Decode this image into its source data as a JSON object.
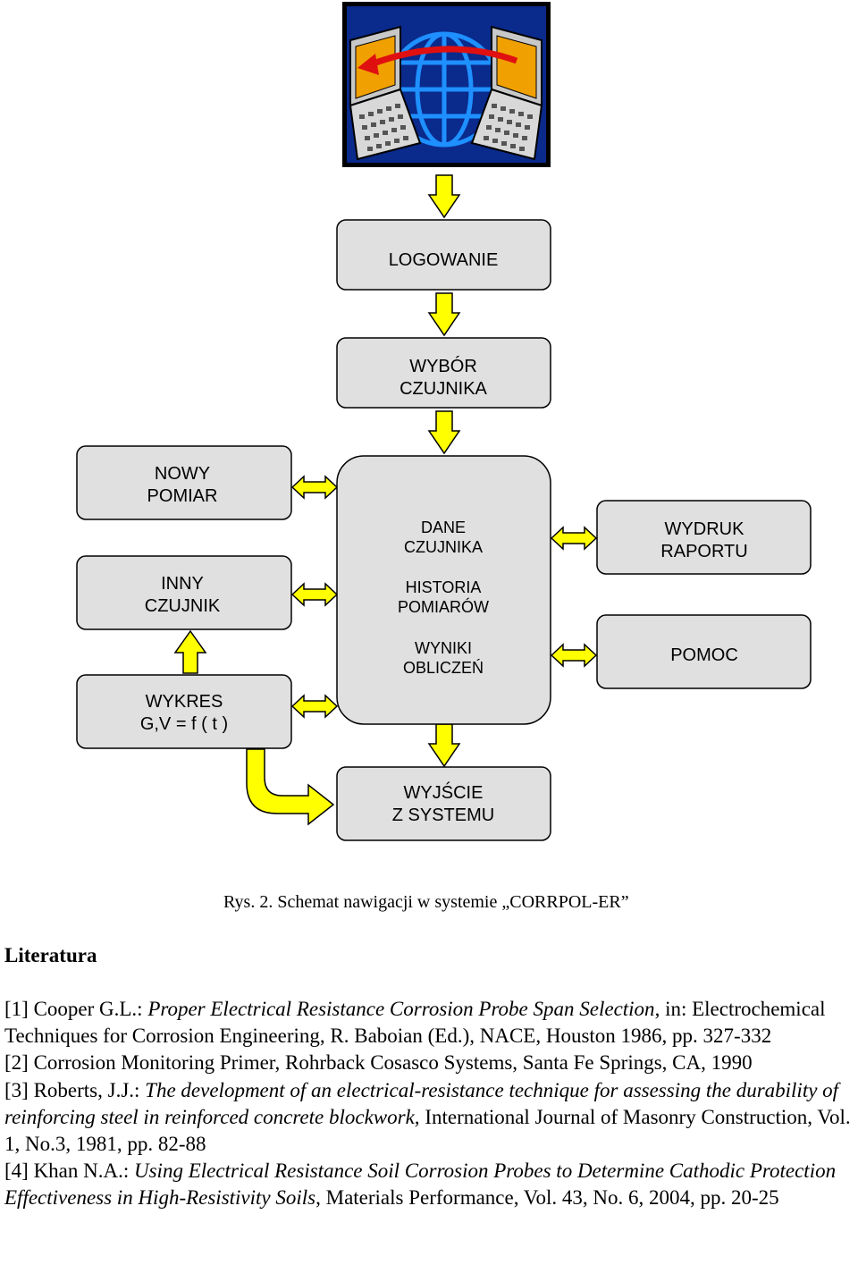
{
  "diagram": {
    "nodes": [
      {
        "id": "logowanie",
        "lines": [
          "LOGOWANIE"
        ]
      },
      {
        "id": "wybor",
        "lines": [
          "WYBÓR",
          "CZUJNIKA"
        ]
      },
      {
        "id": "nowy",
        "lines": [
          "NOWY",
          "POMIAR"
        ]
      },
      {
        "id": "inny",
        "lines": [
          "INNY",
          "CZUJNIK"
        ]
      },
      {
        "id": "wykres",
        "lines": [
          "WYKRES",
          "G,V = f ( t )"
        ]
      },
      {
        "id": "wydruk",
        "lines": [
          "WYDRUK",
          "RAPORTU"
        ]
      },
      {
        "id": "pomoc",
        "lines": [
          "POMOC"
        ]
      },
      {
        "id": "wyjscie",
        "lines": [
          "WYJŚCIE",
          "Z SYSTEMU"
        ]
      }
    ],
    "center_lines": [
      "DANE",
      "CZUJNIKA",
      "HISTORIA",
      "POMIARÓW",
      "WYNIKI",
      "OBLICZEŃ"
    ],
    "colors": {
      "box_fill": "#e0e0e0",
      "arrow_fill": "#ffff00",
      "logo_bg": "#0a2a8c",
      "globe": "#1e90ff",
      "screen": "#f0a000",
      "swoosh": "#e01010"
    }
  },
  "caption": "Rys. 2. Schemat nawigacji w systemie „CORRPOL-ER”",
  "literature_title": "Literatura",
  "refs": [
    {
      "pre": "[1] Cooper G.L.: ",
      "title": "Proper Electrical Resistance Corrosion Probe Span Selection",
      "post": ", in: Electrochemical Techniques for Corrosion Engineering, R. Baboian (Ed.), NACE, Houston 1986, pp. 327-332"
    },
    {
      "pre": "[2] Corrosion Monitoring Primer, Rohrback Cosasco Systems, Santa Fe Springs, CA, 1990",
      "title": "",
      "post": ""
    },
    {
      "pre": "[3] Roberts, J.J.: ",
      "title": "The development of an electrical-resistance technique for assessing the durability of reinforcing steel in reinforced concrete blockwork,",
      "post": " International Journal of Masonry Construction, Vol. 1, No.3, 1981, pp. 82-88"
    },
    {
      "pre": "[4] Khan N.A.: ",
      "title": "Using Electrical Resistance Soil Corrosion Probes to Determine Cathodic Protection Effectiveness in High-Resistivity Soils",
      "post": ", Materials Performance, Vol. 43, No. 6, 2004, pp. 20-25"
    }
  ]
}
